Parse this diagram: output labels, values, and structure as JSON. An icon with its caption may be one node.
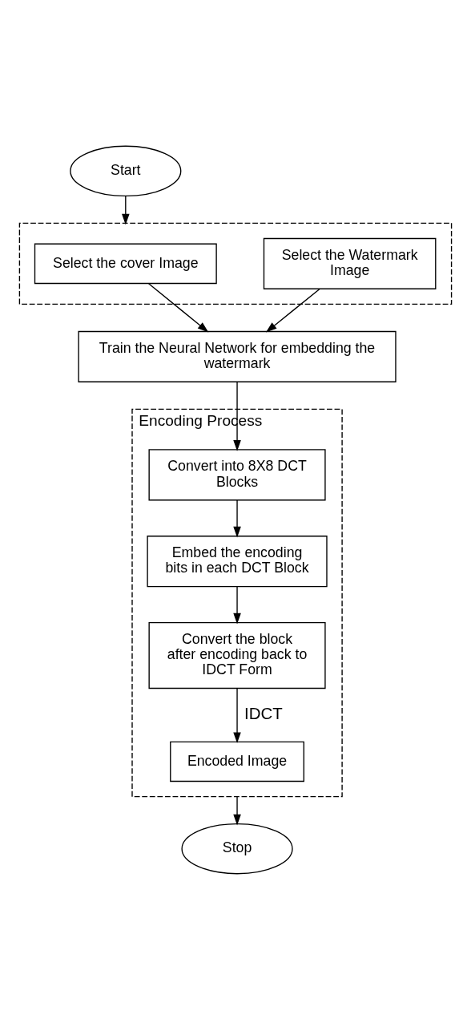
{
  "diagram": {
    "nodes": [
      {
        "text": [
          "Start"
        ]
      },
      {
        "text": [],
        "shape": "box"
      },
      {
        "text": [
          "Select the cover Image"
        ],
        "in": 1
      },
      {
        "text": [
          "Select the Watermark Image"
        ],
        "in": 1
      },
      {
        "text": [
          "Train the Neural Network for embedding the watermark"
        ]
      },
      {
        "text": [
          "Encoding Process"
        ]
      },
      {
        "text": [
          "Convert into 8X8 DCT Blocks"
        ],
        "in": 5
      },
      {
        "text": [
          "Embed the encoding bits in each DCT Block"
        ],
        "in": 5
      },
      {
        "text": [
          "Convert the block after encoding back to IDCT Form"
        ],
        "in": 5
      },
      {
        "text": [
          "Encoded Image"
        ],
        "in": 5
      },
      {
        "text": [
          "Stop"
        ]
      }
    ],
    "edges": [
      {
        "from": 0,
        "to": 1,
        "arrow": "to"
      },
      {
        "from": 2,
        "to": 4,
        "arrow": "to"
      },
      {
        "from": 3,
        "to": 4,
        "arrow": "to"
      },
      {
        "from": 4,
        "to": 6,
        "arrow": "to"
      },
      {
        "from": 6,
        "to": 7,
        "arrow": "to"
      },
      {
        "from": 7,
        "to": 8,
        "arrow": "to"
      },
      {
        "from": 8,
        "to": 9,
        "arrow": "to",
        "label": "IDCT"
      },
      {
        "from": 5,
        "to": 10,
        "arrow": "to"
      }
    ]
  }
}
